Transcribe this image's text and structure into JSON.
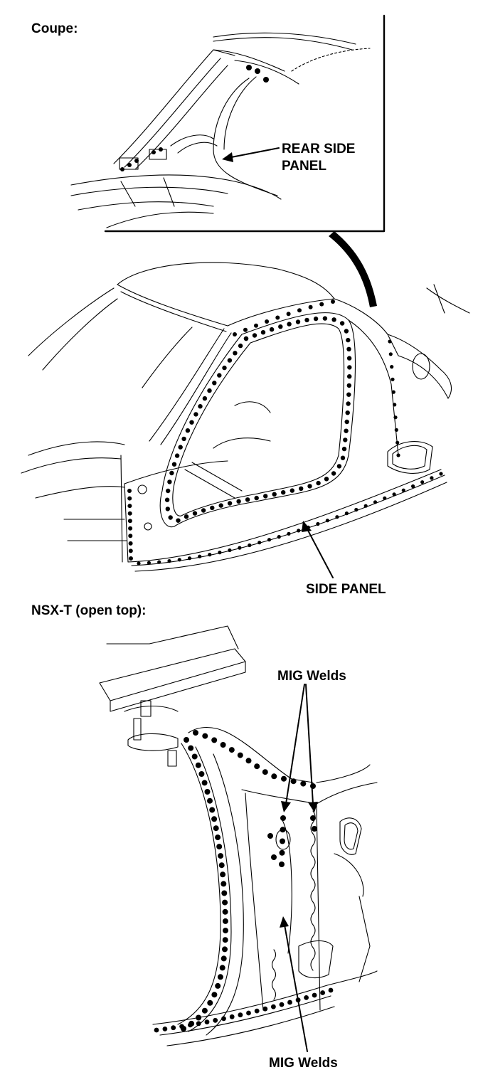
{
  "sections": {
    "coupe": {
      "heading": "Coupe:"
    },
    "nsx_t": {
      "heading": "NSX-T (open top):"
    }
  },
  "callouts": {
    "rear_side_panel": [
      "REAR SIDE",
      "PANEL"
    ],
    "side_panel": "SIDE PANEL",
    "mig_welds_upper": "MIG Welds",
    "mig_welds_lower": "MIG Welds"
  },
  "colors": {
    "ink": "#000000",
    "paper": "#ffffff"
  }
}
